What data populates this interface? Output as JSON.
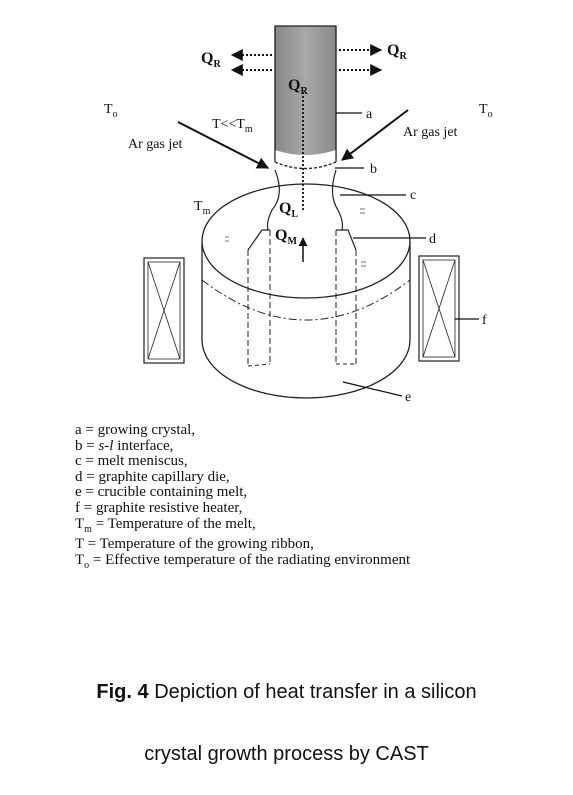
{
  "diagram": {
    "labels": {
      "qr_left": "Q",
      "qr_left_sub": "R",
      "qr_right": "Q",
      "qr_right_sub": "R",
      "qr_center": "Q",
      "qr_center_sub": "R",
      "ql": "Q",
      "ql_sub": "L",
      "qm": "Q",
      "qm_sub": "M",
      "to_left": "T",
      "to_left_sub": "o",
      "to_right": "T",
      "to_right_sub": "o",
      "t_ll_tm": "T<<T",
      "t_ll_tm_sub": "m",
      "tm": "T",
      "tm_sub": "m",
      "ar_left": "Ar gas jet",
      "ar_right": "Ar gas jet",
      "a": "a",
      "b": "b",
      "c": "c",
      "d": "d",
      "e": "e",
      "f": "f"
    }
  },
  "legend": {
    "a": "a =  growing crystal,",
    "b_pre": "b =  ",
    "b_italic": "s-l",
    "b_post": " interface,",
    "c": "c = melt meniscus,",
    "d": "d = graphite capillary die,",
    "e": "e = crucible containing melt,",
    "f": "f = graphite resistive heater,",
    "tm_sym": "T",
    "tm_sub": "m",
    "tm_text": " = Temperature of the melt,",
    "t": "T = Temperature of the growing ribbon,",
    "to_sym": "T",
    "to_sub": "o",
    "to_text": " = Effective temperature of the radiating environment"
  },
  "caption": {
    "bold": "Fig. 4",
    "line1": " Depiction of heat transfer in a silicon",
    "line2": "crystal growth process by CAST"
  }
}
